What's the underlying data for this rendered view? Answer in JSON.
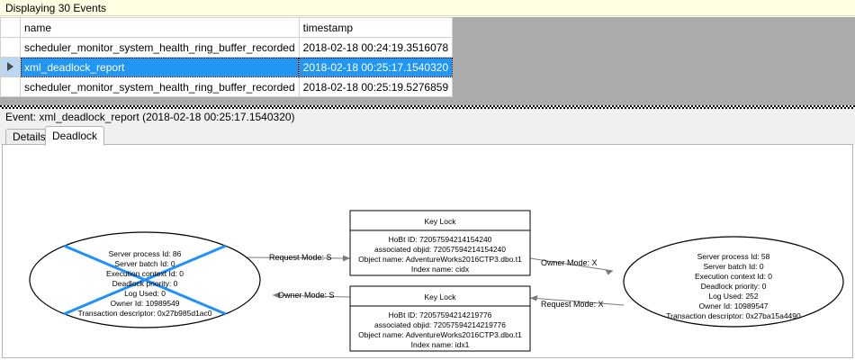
{
  "banner": {
    "text": "Displaying 30 Events"
  },
  "grid": {
    "columns": [
      "",
      "name",
      "timestamp"
    ],
    "rows": [
      {
        "selected": false,
        "marker": "",
        "name": "scheduler_monitor_system_health_ring_buffer_recorded",
        "timestamp": "2018-02-18 00:24:19.3516078"
      },
      {
        "selected": true,
        "marker": "current-row-arrow",
        "name": "xml_deadlock_report",
        "timestamp": "2018-02-18 00:25:17.1540320"
      },
      {
        "selected": false,
        "marker": "",
        "name": "scheduler_monitor_system_health_ring_buffer_recorded",
        "timestamp": "2018-02-18 00:25:19.5276859"
      }
    ],
    "selection_color": "#2196F3",
    "rowheader_selection_color": "#BBD6F0",
    "empty_area_color": "#ABABAB"
  },
  "event_header": {
    "text": "Event: xml_deadlock_report (2018-02-18 00:25:17.1540320)"
  },
  "tabs": [
    {
      "id": "details",
      "label": "Details",
      "active": false
    },
    {
      "id": "deadlock",
      "label": "Deadlock",
      "active": true
    }
  ],
  "deadlock_graph": {
    "victim_cross_color": "#1E90FF",
    "processes": [
      {
        "id": "process-left",
        "victim": true,
        "lines": [
          "Server process Id: 86",
          "Server batch Id: 0",
          "Execution context Id: 0",
          "Deadlock priority: 0",
          "Log Used: 0",
          "Owner Id: 10989549",
          "Transaction descriptor: 0x27b985d1ac0"
        ]
      },
      {
        "id": "process-right",
        "victim": false,
        "lines": [
          "Server process Id: 58",
          "Server batch Id: 0",
          "Execution context Id: 0",
          "Deadlock priority: 0",
          "Log Used: 252",
          "Owner Id: 10989547",
          "Transaction descriptor: 0x27ba15a4490"
        ]
      }
    ],
    "resources": [
      {
        "id": "keylock-top",
        "title": "Key Lock",
        "lines": [
          "HoBt ID: 72057594214154240",
          "associated objid: 72057594214154240",
          "Object name: AdventureWorks2016CTP3.dbo.t1",
          "Index name: cidx"
        ]
      },
      {
        "id": "keylock-bottom",
        "title": "Key Lock",
        "lines": [
          "HoBt ID: 72057594214219776",
          "associated objid: 72057594214219776",
          "Object name: AdventureWorks2016CTP3.dbo.t1",
          "Index name: idx1"
        ]
      }
    ],
    "edges": [
      {
        "id": "edge-left-request",
        "label": "Request Mode: S",
        "from": "process-left",
        "to": "keylock-top"
      },
      {
        "id": "edge-left-owner",
        "label": "Owner Mode: S",
        "from": "keylock-bottom",
        "to": "process-left"
      },
      {
        "id": "edge-right-owner",
        "label": "Owner Mode: X",
        "from": "keylock-top",
        "to": "process-right"
      },
      {
        "id": "edge-right-request",
        "label": "Request Mode: X",
        "from": "process-right",
        "to": "keylock-bottom"
      }
    ]
  }
}
